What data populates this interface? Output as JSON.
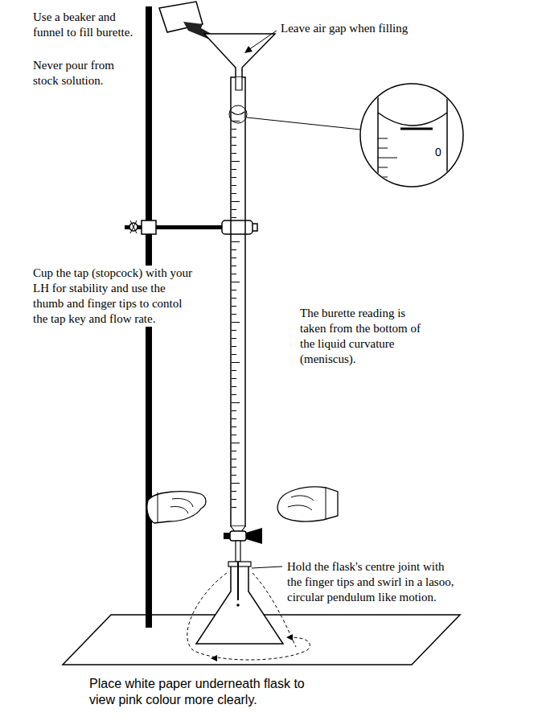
{
  "diagram": {
    "labels": [
      "Use a beaker and funnel to fill burette.",
      "Never pour from stock solution.",
      "Leave air gap when filling",
      "0",
      "Cup the tap (stopcock) with your LH for stability and use the thumb and finger tips to contol the tap key and flow rate.",
      "The burette reading is taken from the bottom of the liquid curvature (meniscus).",
      "Hold the flask's centre joint with the finger tips and swirl in a lasoo, circular pendulum like motion.",
      "Place white paper underneath flask to view pink colour more clearly."
    ]
  }
}
